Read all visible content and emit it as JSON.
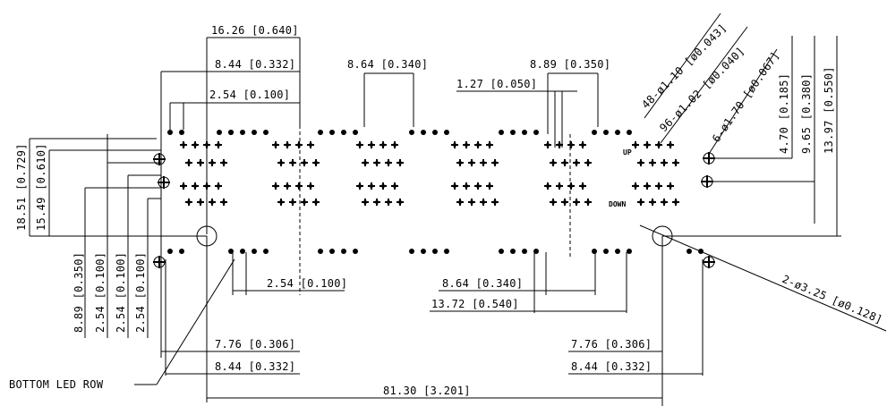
{
  "labels": {
    "d_16_26": "16.26 [0.640]",
    "d_8_44_top": "8.44 [0.332]",
    "d_8_64_top": "8.64 [0.340]",
    "d_8_89_top": "8.89 [0.350]",
    "d_2_54_top": "2.54 [0.100]",
    "d_1_27": "1.27 [0.050]",
    "hole_48": "48-ø1.10 [ø0.043]",
    "hole_96": "96-ø1.02 [ø0.040]",
    "hole_6": "6-ø1.70 [ø0.067]",
    "v_4_70": "4.70 [0.185]",
    "v_9_65": "9.65 [0.380]",
    "v_13_97": "13.97 [0.550]",
    "v_18_51": "18.51 [0.729]",
    "v_15_49": "15.49 [0.610]",
    "v_8_89": "8.89 [0.350]",
    "v_2_54_a": "2.54 [0.100]",
    "v_2_54_b": "2.54 [0.100]",
    "v_2_54_c": "2.54 [0.100]",
    "up": "UP",
    "down": "DOWN",
    "hole_2": "2-ø3.25 [ø0.128]",
    "d_2_54_bot": "2.54 [0.100]",
    "d_8_64_bot": "8.64 [0.340]",
    "d_13_72": "13.72 [0.540]",
    "d_7_76_left": "7.76 [0.306]",
    "d_8_44_left": "8.44 [0.332]",
    "d_7_76_right": "7.76 [0.306]",
    "d_8_44_right": "8.44 [0.332]",
    "bottom_led_row": "BOTTOM LED ROW",
    "d_81_30": "81.30 [3.201]"
  }
}
